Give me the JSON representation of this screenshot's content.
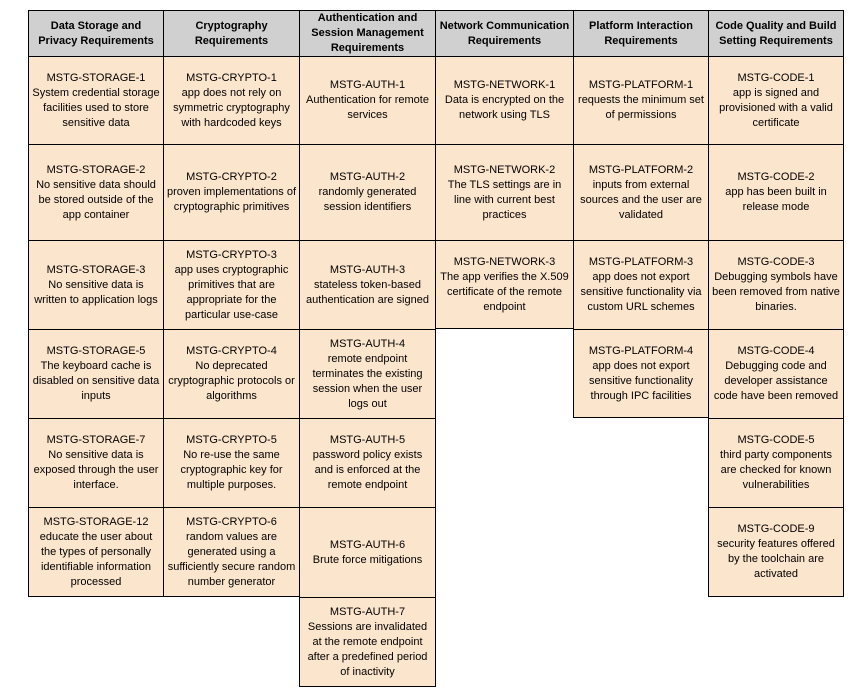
{
  "colors": {
    "header_bg": "#d0d0d0",
    "cell_bg": "#fce5cd",
    "border": "#000000",
    "text": "#000000",
    "page_bg": "#ffffff"
  },
  "table": {
    "columns": [
      {
        "header": "Data Storage and Privacy Requirements",
        "cells": [
          {
            "id": "MSTG-STORAGE-1",
            "text": "System credential storage facilities used to store sensitive data"
          },
          {
            "id": "MSTG-STORAGE-2",
            "text": "No sensitive data should be stored outside of the app container"
          },
          {
            "id": "MSTG-STORAGE-3",
            "text": "No sensitive data is written to application logs"
          },
          {
            "id": "MSTG-STORAGE-5",
            "text": "The keyboard cache is disabled on sensitive data inputs"
          },
          {
            "id": "MSTG-STORAGE-7",
            "text": "No sensitive data is exposed through the user interface."
          },
          {
            "id": "MSTG-STORAGE-12",
            "text": "educate the user about the types of personally identifiable information processed"
          }
        ]
      },
      {
        "header": "Cryptography Requirements",
        "cells": [
          {
            "id": "MSTG-CRYPTO-1",
            "text": "app does not rely on symmetric cryptography with hardcoded keys"
          },
          {
            "id": "MSTG-CRYPTO-2",
            "text": "proven implementations of cryptographic primitives"
          },
          {
            "id": "MSTG-CRYPTO-3",
            "text": "app uses cryptographic primitives that are appropriate for the particular use-case"
          },
          {
            "id": "MSTG-CRYPTO-4",
            "text": "No deprecated cryptographic protocols or algorithms"
          },
          {
            "id": "MSTG-CRYPTO-5",
            "text": "No re-use the same cryptographic key for multiple purposes."
          },
          {
            "id": "MSTG-CRYPTO-6",
            "text": "random values are generated using a sufficiently secure random number generator"
          }
        ]
      },
      {
        "header": "Authentication and Session Management Requirements",
        "cells": [
          {
            "id": "MSTG-AUTH-1",
            "text": "Authentication for remote services"
          },
          {
            "id": "MSTG-AUTH-2",
            "text": "randomly generated session identifiers"
          },
          {
            "id": "MSTG-AUTH-3",
            "text": "stateless token-based authentication are signed"
          },
          {
            "id": "MSTG-AUTH-4",
            "text": "remote endpoint terminates the existing session when the user logs out"
          },
          {
            "id": "MSTG-AUTH-5",
            "text": "password policy exists and is enforced at the remote endpoint"
          },
          {
            "id": "MSTG-AUTH-6",
            "text": "Brute force mitigations"
          },
          {
            "id": "MSTG-AUTH-7",
            "text": "Sessions are invalidated at the remote endpoint after a predefined period of inactivity"
          }
        ]
      },
      {
        "header": "Network Communication Requirements",
        "cells": [
          {
            "id": "MSTG-NETWORK-1",
            "text": "Data is encrypted on the network using TLS"
          },
          {
            "id": "MSTG-NETWORK-2",
            "text": "The TLS settings are in line with current best practices"
          },
          {
            "id": "MSTG-NETWORK-3",
            "text": "The app verifies the X.509 certificate of the remote endpoint"
          }
        ]
      },
      {
        "header": "Platform Interaction Requirements",
        "cells": [
          {
            "id": "MSTG-PLATFORM-1",
            "text": "requests the minimum set of permissions"
          },
          {
            "id": "MSTG-PLATFORM-2",
            "text": "inputs from external sources and the user are validated"
          },
          {
            "id": "MSTG-PLATFORM-3",
            "text": "app does not export sensitive functionality via custom URL schemes"
          },
          {
            "id": "MSTG-PLATFORM-4",
            "text": "app does not export sensitive functionality through IPC facilities"
          }
        ]
      },
      {
        "header": "Code Quality and Build Setting Requirements",
        "cells": [
          {
            "id": "MSTG-CODE-1",
            "text": "app is signed and provisioned with a valid certificate"
          },
          {
            "id": "MSTG-CODE-2",
            "text": "app has been built in release mode"
          },
          {
            "id": "MSTG-CODE-3",
            "text": "Debugging symbols have been removed from native binaries."
          },
          {
            "id": "MSTG-CODE-4",
            "text": "Debugging code and developer assistance code have been removed"
          },
          {
            "id": "MSTG-CODE-5",
            "text": "third party components are checked for known vulnerabilities"
          },
          {
            "id": "MSTG-CODE-9",
            "text": "security features offered by the toolchain are activated"
          }
        ]
      }
    ]
  }
}
